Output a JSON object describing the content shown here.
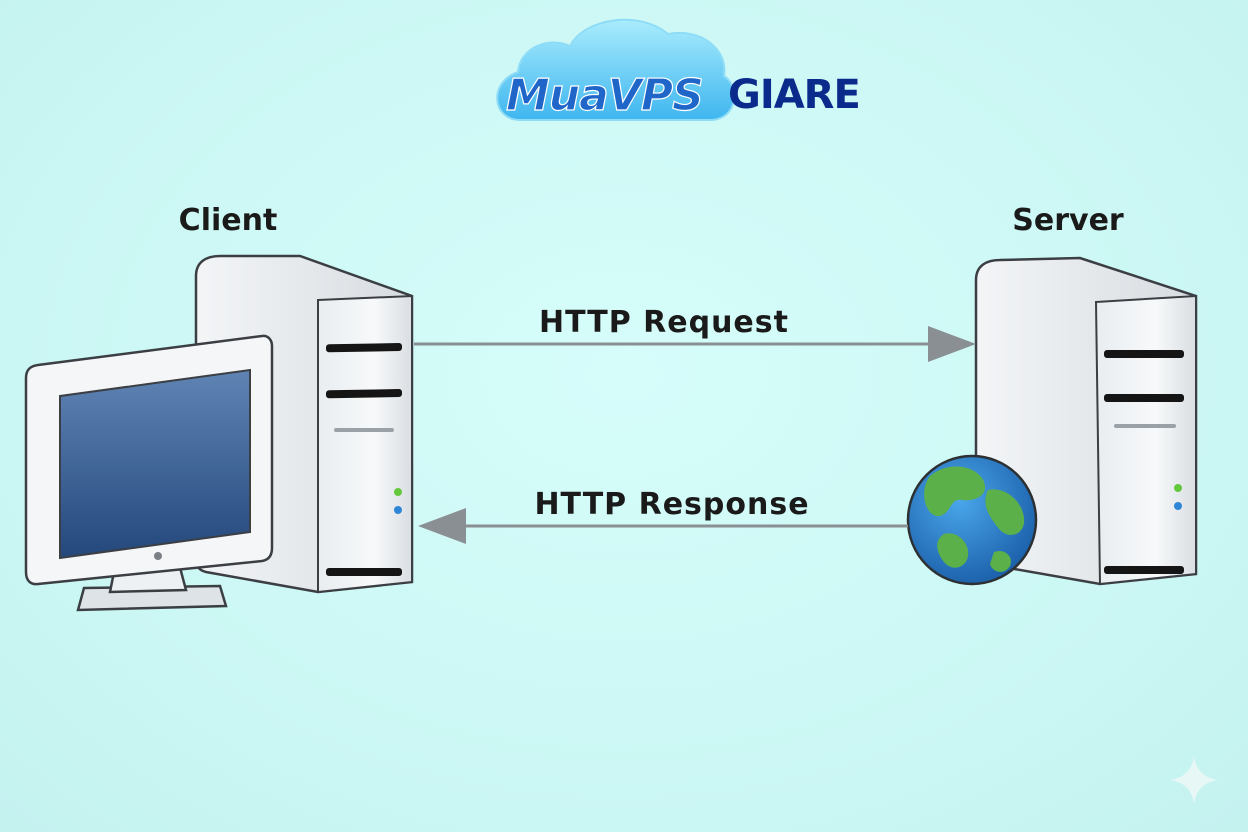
{
  "logo": {
    "text_part1": "MuaVPS",
    "text_part2": "GIARE",
    "colors": {
      "cloud": "#5ec9f2",
      "cloud_light": "#a9e8fb",
      "text_blue": "#1f66c8",
      "text_dark": "#0a2a8c"
    }
  },
  "client": {
    "label": "Client"
  },
  "server": {
    "label": "Server"
  },
  "arrows": {
    "request_label": "HTTP Request",
    "response_label": "HTTP Response"
  },
  "colors": {
    "background": "#ccf9f6",
    "arrow": "#8a8f93",
    "label_text": "#1a1a1a",
    "monitor_screen": "#2d558a",
    "globe_ocean": "#2a78c7",
    "globe_land": "#5cb04a"
  },
  "icons": {
    "corner_decoration": "sparkle-icon"
  }
}
